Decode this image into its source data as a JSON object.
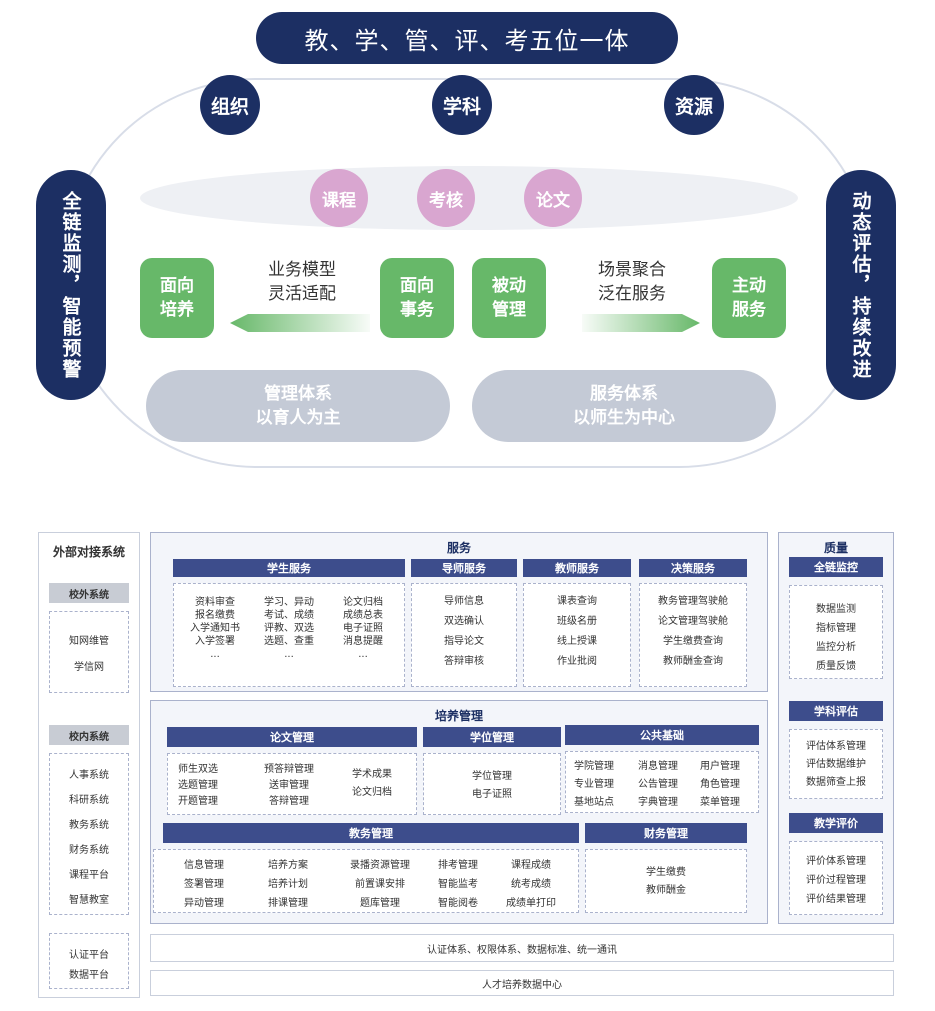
{
  "top": {
    "title": "教、学、管、评、考五位一体",
    "circles": [
      "组织",
      "学科",
      "资源"
    ],
    "pinks": [
      "课程",
      "考核",
      "论文"
    ],
    "left_side": "全链监测，智能预警",
    "right_side": "动态评估，持续改进",
    "green": [
      "面向\n培养",
      "面向\n事务",
      "被动\n管理",
      "主动\n服务"
    ],
    "mid_left": "业务模型\n灵活适配",
    "mid_right": "场景聚合\n泛在服务",
    "grey_left": "管理体系\n以育人为主",
    "grey_right": "服务体系\n以师生为中心"
  },
  "bottom": {
    "external": {
      "title": "外部对接系统",
      "off_campus_hdr": "校外系统",
      "off_campus": [
        "知网维管",
        "学信网"
      ],
      "on_campus_hdr": "校内系统",
      "on_campus": [
        "人事系统",
        "科研系统",
        "教务系统",
        "财务系统",
        "课程平台",
        "智慧教室"
      ],
      "platforms": [
        "认证平台",
        "数据平台"
      ]
    },
    "service": {
      "title": "服务",
      "student_hdr": "学生服务",
      "student_cols": [
        [
          "资料审查",
          "报名缴费",
          "入学通知书",
          "入学签署",
          "..."
        ],
        [
          "学习、异动",
          "考试、成绩",
          "评教、双选",
          "选题、查重",
          "..."
        ],
        [
          "论文归档",
          "成绩总表",
          "电子证照",
          "消息提醒",
          "..."
        ]
      ],
      "mentor_hdr": "导师服务",
      "mentor": [
        "导师信息",
        "双选确认",
        "指导论文",
        "答辩审核"
      ],
      "teacher_hdr": "教师服务",
      "teacher": [
        "课表查询",
        "班级名册",
        "线上授课",
        "作业批阅"
      ],
      "decision_hdr": "决策服务",
      "decision": [
        "教务管理驾驶舱",
        "论文管理驾驶舱",
        "学生缴费查询",
        "教师酬金查询"
      ]
    },
    "training": {
      "title": "培养管理",
      "thesis_hdr": "论文管理",
      "thesis_cols": [
        [
          "师生双选",
          "选题管理",
          "开题管理"
        ],
        [
          "预答辩管理",
          "送审管理",
          "答辩管理"
        ],
        [
          "学术成果",
          "论文归档"
        ]
      ],
      "degree_hdr": "学位管理",
      "degree": [
        "学位管理",
        "电子证照"
      ],
      "public_hdr": "公共基础",
      "public_cols": [
        [
          "学院管理",
          "专业管理",
          "基地站点"
        ],
        [
          "消息管理",
          "公告管理",
          "字典管理"
        ],
        [
          "用户管理",
          "角色管理",
          "菜单管理"
        ]
      ],
      "academic_hdr": "教务管理",
      "academic_cols": [
        [
          "信息管理",
          "签署管理",
          "异动管理"
        ],
        [
          "培养方案",
          "培养计划",
          "排课管理"
        ],
        [
          "录播资源管理",
          "前置课安排",
          "题库管理"
        ],
        [
          "排考管理",
          "智能监考",
          "智能阅卷"
        ],
        [
          "课程成绩",
          "统考成绩",
          "成绩单打印"
        ]
      ],
      "finance_hdr": "财务管理",
      "finance": [
        "学生缴费",
        "教师酬金"
      ]
    },
    "quality": {
      "title": "质量",
      "monitor_hdr": "全链监控",
      "monitor": [
        "数据监测",
        "指标管理",
        "监控分析",
        "质量反馈"
      ],
      "subject_hdr": "学科评估",
      "subject": [
        "评估体系管理",
        "评估数据维护",
        "数据筛查上报"
      ],
      "teaching_hdr": "教学评价",
      "teaching": [
        "评价体系管理",
        "评价过程管理",
        "评价结果管理"
      ]
    },
    "base1": "认证体系、权限体系、数据标准、统一通讯",
    "base2": "人才培养数据中心"
  }
}
